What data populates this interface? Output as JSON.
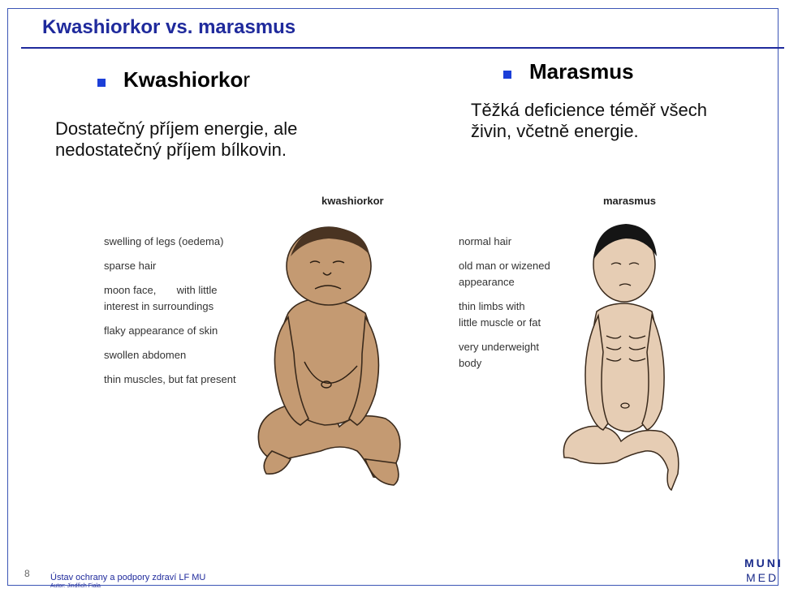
{
  "slide": {
    "title": "Kwashiorkor vs. marasmus",
    "page_number": "8"
  },
  "left": {
    "heading_bold": "Kwashiorko",
    "heading_tail": "r",
    "desc_line1": "Dostatečný příjem energie, ale",
    "desc_line2": "nedostatečný příjem bílkovin.",
    "figure_title": "kwashiorkor",
    "labels": [
      "swelling of legs (oedema)",
      "sparse hair",
      "moon face,       with little",
      "interest in surroundings",
      "flaky appearance of skin",
      "swollen abdomen",
      "thin muscles, but fat present"
    ]
  },
  "right": {
    "heading": "Marasmus",
    "desc_line1": "Těžká deficience téměř všech",
    "desc_line2": "živin, včetně energie.",
    "figure_title": "marasmus",
    "labels": [
      "normal hair",
      "old man or wizened",
      "appearance",
      "thin limbs with",
      "little muscle or fat",
      "very underweight",
      "body"
    ]
  },
  "footer": {
    "org": "Ústav ochrany a podpory zdraví LF MU",
    "author": "Autor: Jindřich Fiala",
    "logo_line1": "MUNI",
    "logo_line2": "MED"
  },
  "colors": {
    "title": "#1f2a9c",
    "bullet": "#1c3fd8",
    "skin_kwash": "#c49a72",
    "skin_maras": "#e6cdb4"
  }
}
